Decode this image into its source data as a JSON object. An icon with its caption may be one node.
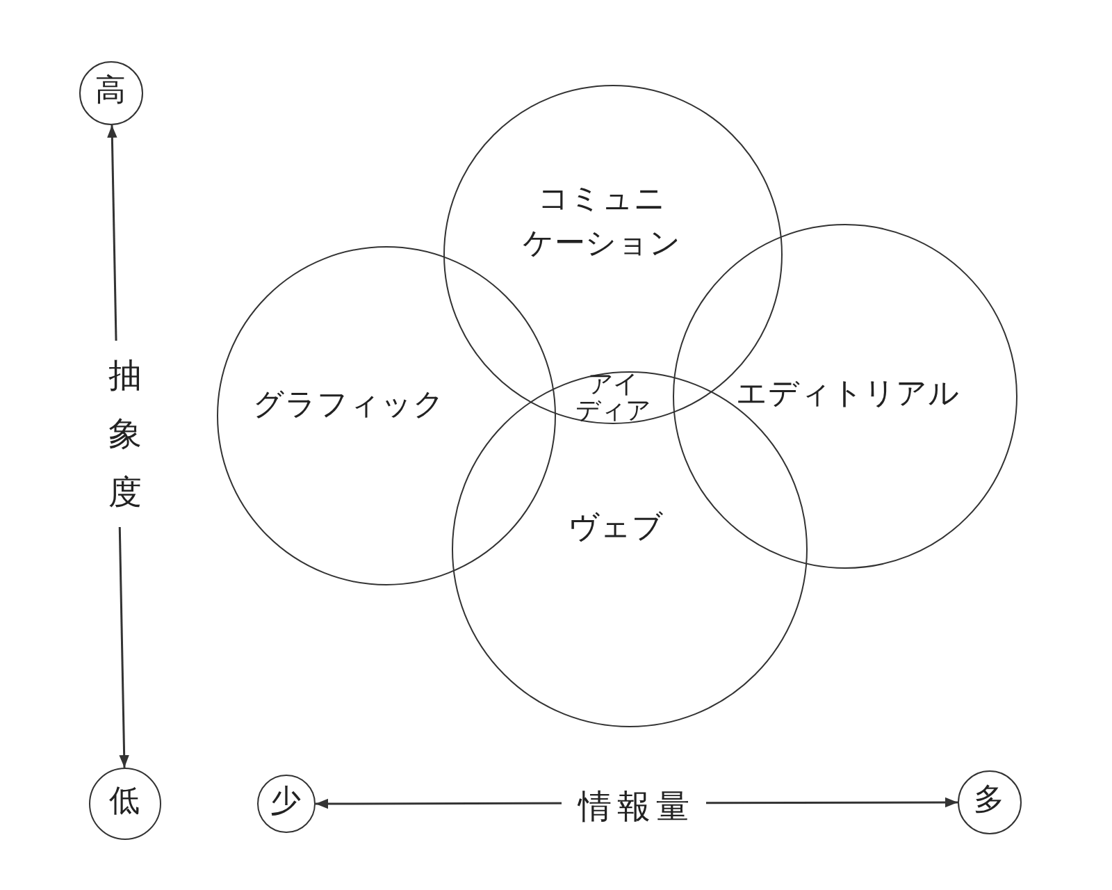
{
  "diagram": {
    "nodes": [
      {
        "text": [
          "高"
        ]
      },
      {
        "text": [
          "コミュニケーション"
        ]
      },
      {
        "text": [
          "グラフィック"
        ]
      },
      {
        "text": [
          "エディトリアル"
        ]
      },
      {
        "text": [
          "ヴェブ"
        ]
      },
      {
        "text": [
          "低"
        ]
      },
      {
        "text": [
          "少"
        ]
      },
      {
        "text": [
          "多"
        ]
      }
    ],
    "edges": [
      {
        "from": 0,
        "to": 5,
        "arrow": "both",
        "label": "抽象度"
      },
      {
        "from": 6,
        "to": 7,
        "arrow": "both",
        "label": "情報量"
      }
    ],
    "labels": [
      "アイディア"
    ]
  }
}
